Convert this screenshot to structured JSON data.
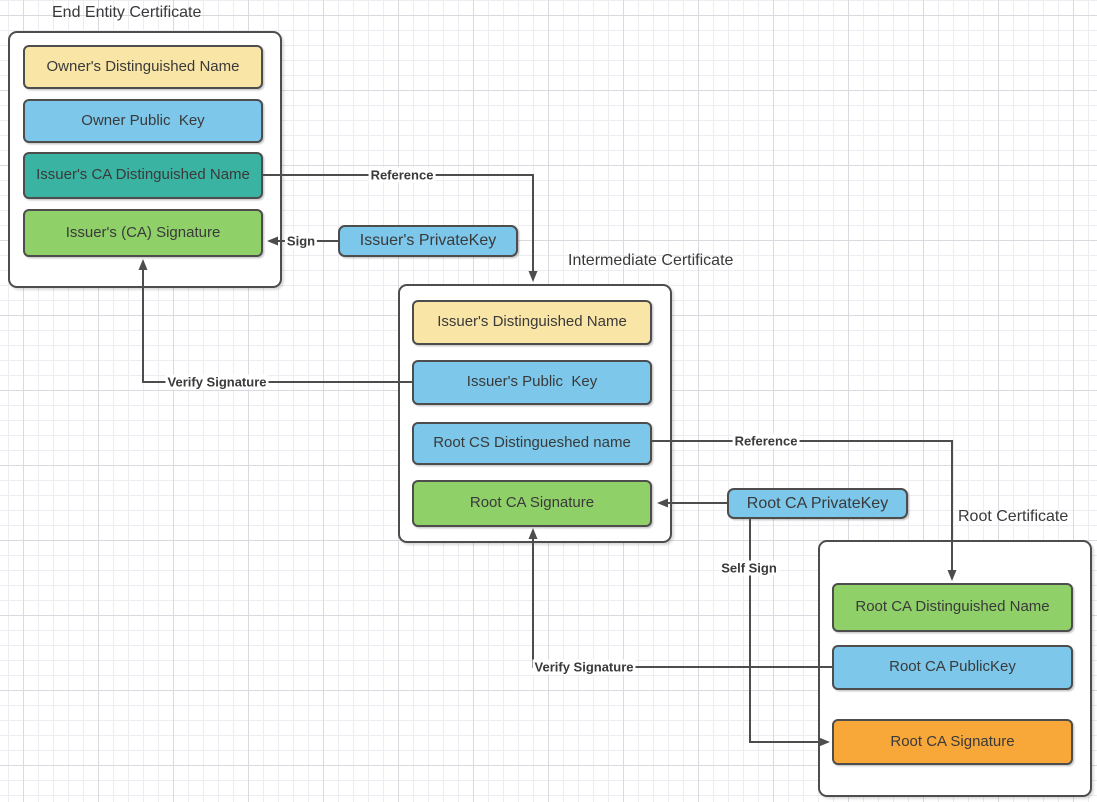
{
  "palette": {
    "yellow": "#F9E6A7",
    "blue": "#7CC7EA",
    "teal": "#3BB3A2",
    "green": "#8FD069",
    "orange": "#F7A838",
    "stroke": "#4D4D4D",
    "text": "#3A3A3A"
  },
  "end_entity": {
    "title": "End Entity Certificate",
    "fields": [
      {
        "label": "Owner's Distinguished Name",
        "color": "yellow"
      },
      {
        "label": "Owner Public  Key",
        "color": "blue"
      },
      {
        "label": "Issuer's CA Distinguished Name",
        "color": "teal"
      },
      {
        "label": "Issuer's (CA) Signature",
        "color": "green"
      }
    ]
  },
  "intermediate": {
    "title": "Intermediate Certificate",
    "fields": [
      {
        "label": "Issuer's Distinguished Name",
        "color": "yellow"
      },
      {
        "label": "Issuer's Public  Key",
        "color": "blue"
      },
      {
        "label": "Root CS Distingueshed name",
        "color": "blue"
      },
      {
        "label": "Root CA Signature",
        "color": "green"
      }
    ]
  },
  "root": {
    "title": "Root Certificate",
    "fields": [
      {
        "label": "Root CA Distinguished Name",
        "color": "green"
      },
      {
        "label": "Root CA PublicKey",
        "color": "blue"
      },
      {
        "label": "Root CA Signature",
        "color": "orange"
      }
    ]
  },
  "keys": {
    "issuers_private_key": "Issuer's PrivateKey",
    "root_ca_private_key": "Root CA PrivateKey"
  },
  "connections": {
    "reference_top": "Reference",
    "sign": "Sign",
    "verify_left": "Verify Signature",
    "reference_mid": "Reference",
    "self_sign": "Self Sign",
    "verify_bottom": "Verify Signature"
  }
}
